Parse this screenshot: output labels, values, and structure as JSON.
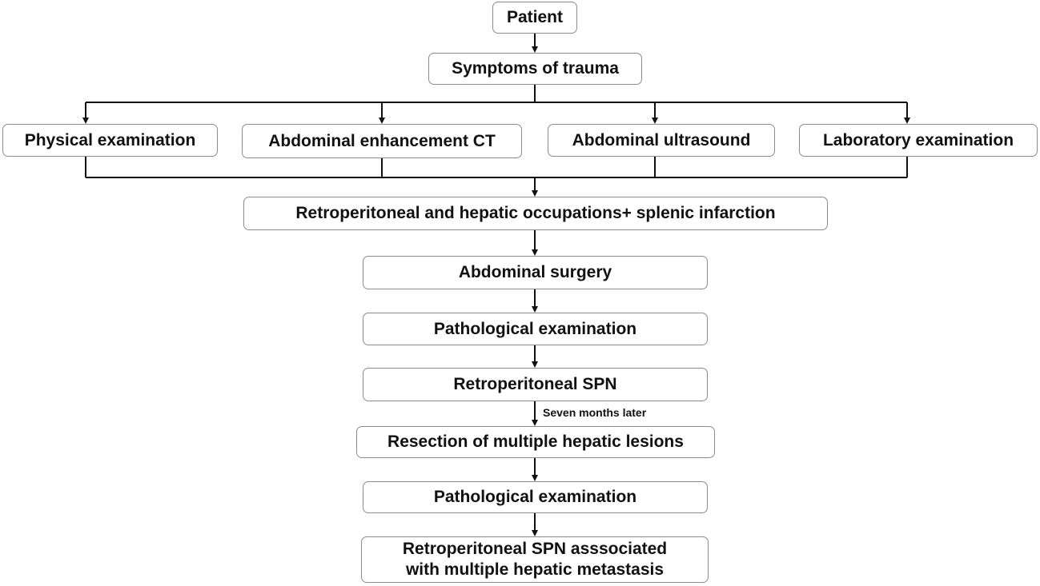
{
  "nodes": {
    "patient": "Patient",
    "symptoms": "Symptoms of trauma",
    "physical": "Physical examination",
    "ct": "Abdominal enhancement CT",
    "ultrasound": "Abdominal ultrasound",
    "laboratory": "Laboratory examination",
    "occupations": "Retroperitoneal and hepatic occupations+ splenic infarction",
    "surgery": "Abdominal surgery",
    "pathology1": "Pathological examination",
    "spn": "Retroperitoneal SPN",
    "resection": "Resection of multiple hepatic lesions",
    "pathology2": "Pathological examination",
    "final_line1": "Retroperitoneal SPN asssociated",
    "final_line2": "with multiple hepatic metastasis"
  },
  "edge_labels": {
    "seven_months": "Seven months later"
  },
  "colors": {
    "box_border": "#8c8c8c",
    "line": "#111111",
    "text": "#111111"
  }
}
